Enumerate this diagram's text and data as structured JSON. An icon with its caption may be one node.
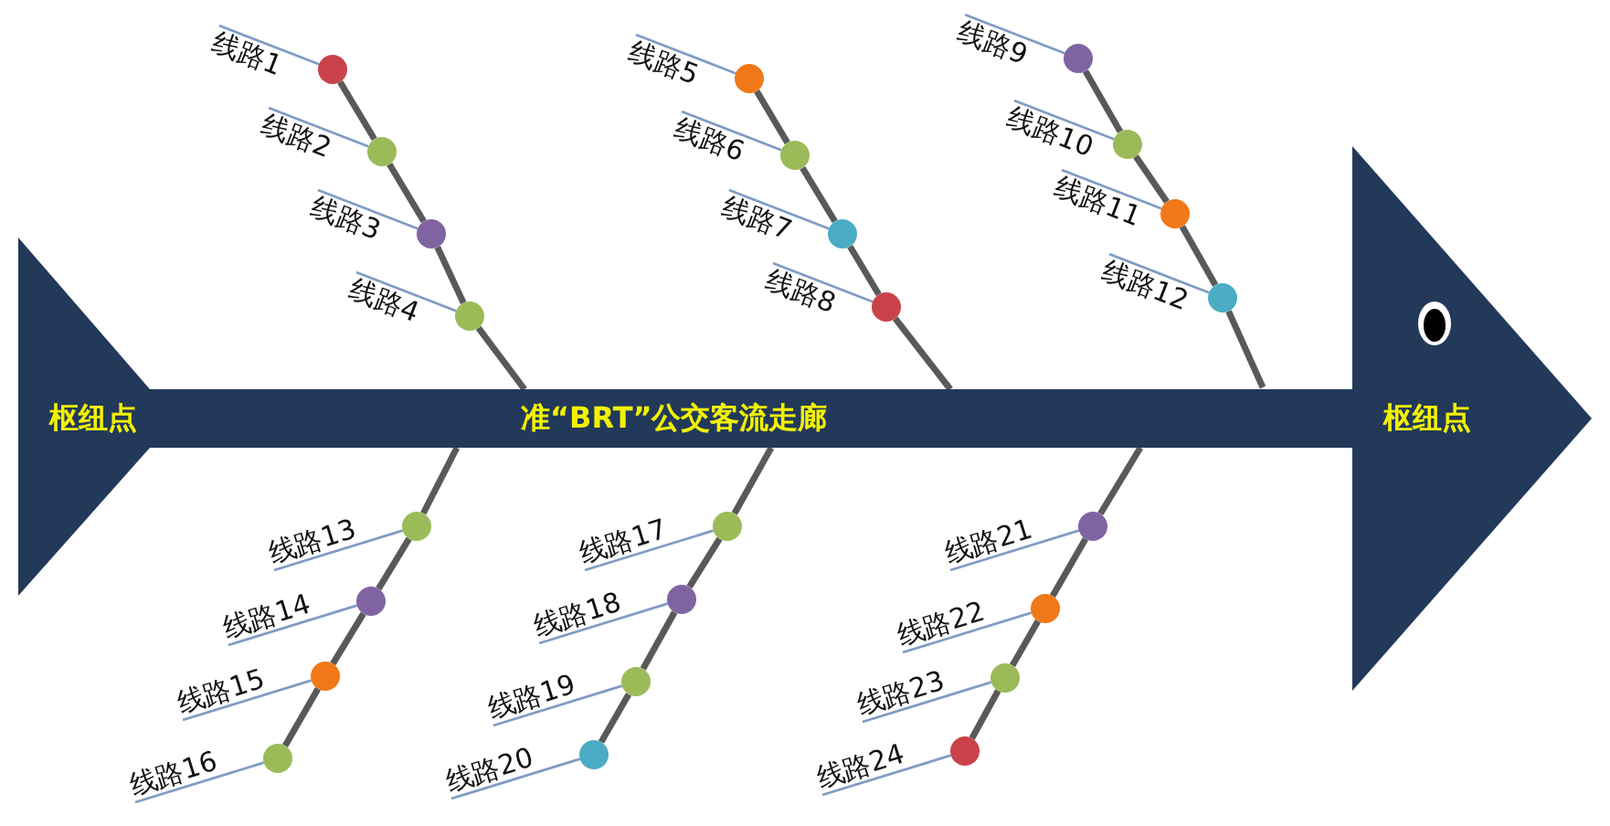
{
  "diagram": {
    "nodes": [
      {
        "text": [
          "枢纽点"
        ]
      },
      {
        "text": [
          "准“BRT”公交客流走廊"
        ]
      },
      {
        "text": [
          "枢纽点"
        ]
      },
      {
        "text": [
          "线路1"
        ]
      },
      {
        "text": [],
        "shape": "circle"
      },
      {
        "text": [
          "线路2"
        ]
      },
      {
        "text": [],
        "shape": "circle"
      },
      {
        "text": [
          "线路3"
        ]
      },
      {
        "text": [],
        "shape": "circle"
      },
      {
        "text": [
          "线路4"
        ]
      },
      {
        "text": [],
        "shape": "circle"
      },
      {
        "text": [
          "线路5"
        ]
      },
      {
        "text": [],
        "shape": "circle"
      },
      {
        "text": [
          "线路6"
        ]
      },
      {
        "text": [],
        "shape": "circle"
      },
      {
        "text": [
          "线路7"
        ]
      },
      {
        "text": [],
        "shape": "circle"
      },
      {
        "text": [
          "线路8"
        ]
      },
      {
        "text": [],
        "shape": "circle"
      },
      {
        "text": [
          "线路9"
        ]
      },
      {
        "text": [],
        "shape": "circle"
      },
      {
        "text": [
          "线路10"
        ]
      },
      {
        "text": [],
        "shape": "circle"
      },
      {
        "text": [
          "线路11"
        ]
      },
      {
        "text": [],
        "shape": "circle"
      },
      {
        "text": [
          "线路12"
        ]
      },
      {
        "text": [],
        "shape": "circle"
      },
      {
        "text": [
          "线路13"
        ]
      },
      {
        "text": [],
        "shape": "circle"
      },
      {
        "text": [
          "线路14"
        ]
      },
      {
        "text": [],
        "shape": "circle"
      },
      {
        "text": [
          "线路15"
        ]
      },
      {
        "text": [],
        "shape": "circle"
      },
      {
        "text": [
          "线路16"
        ]
      },
      {
        "text": [],
        "shape": "circle"
      },
      {
        "text": [
          "线路17"
        ]
      },
      {
        "text": [],
        "shape": "circle"
      },
      {
        "text": [
          "线路18"
        ]
      },
      {
        "text": [],
        "shape": "circle"
      },
      {
        "text": [
          "线路19"
        ]
      },
      {
        "text": [],
        "shape": "circle"
      },
      {
        "text": [
          "线路20"
        ]
      },
      {
        "text": [],
        "shape": "circle"
      },
      {
        "text": [
          "线路21"
        ]
      },
      {
        "text": [],
        "shape": "circle"
      },
      {
        "text": [
          "线路22"
        ]
      },
      {
        "text": [],
        "shape": "circle"
      },
      {
        "text": [
          "线路23"
        ]
      },
      {
        "text": [],
        "shape": "circle"
      },
      {
        "text": [
          "线路24"
        ]
      },
      {
        "text": [],
        "shape": "circle"
      }
    ],
    "edges": [
      {
        "from": 3,
        "to": 4,
        "arrow": "none"
      },
      {
        "from": 5,
        "to": 6,
        "arrow": "none"
      },
      {
        "from": 7,
        "to": 8,
        "arrow": "none"
      },
      {
        "from": 9,
        "to": 10,
        "arrow": "none"
      },
      {
        "from": 11,
        "to": 12,
        "arrow": "none"
      },
      {
        "from": 13,
        "to": 14,
        "arrow": "none"
      },
      {
        "from": 15,
        "to": 16,
        "arrow": "none"
      },
      {
        "from": 17,
        "to": 18,
        "arrow": "none"
      },
      {
        "from": 19,
        "to": 20,
        "arrow": "none"
      },
      {
        "from": 21,
        "to": 22,
        "arrow": "none"
      },
      {
        "from": 23,
        "to": 24,
        "arrow": "none"
      },
      {
        "from": 25,
        "to": 26,
        "arrow": "none"
      },
      {
        "from": 27,
        "to": 28,
        "arrow": "none"
      },
      {
        "from": 29,
        "to": 30,
        "arrow": "none"
      },
      {
        "from": 31,
        "to": 32,
        "arrow": "none"
      },
      {
        "from": 33,
        "to": 34,
        "arrow": "none"
      },
      {
        "from": 35,
        "to": 36,
        "arrow": "none"
      },
      {
        "from": 37,
        "to": 38,
        "arrow": "none"
      },
      {
        "from": 39,
        "to": 40,
        "arrow": "none"
      },
      {
        "from": 41,
        "to": 42,
        "arrow": "none"
      },
      {
        "from": 43,
        "to": 44,
        "arrow": "none"
      },
      {
        "from": 45,
        "to": 46,
        "arrow": "none"
      },
      {
        "from": 47,
        "to": 48,
        "arrow": "none"
      },
      {
        "from": 49,
        "to": 50,
        "arrow": "none"
      },
      {
        "from": 1,
        "to": 10,
        "arrow": "none",
        "style": "thick",
        "color": "#595959"
      },
      {
        "from": 10,
        "to": 8,
        "arrow": "none",
        "style": "thick",
        "color": "#595959"
      },
      {
        "from": 8,
        "to": 6,
        "arrow": "none",
        "style": "thick",
        "color": "#595959"
      },
      {
        "from": 6,
        "to": 4,
        "arrow": "none",
        "style": "thick",
        "color": "#595959"
      },
      {
        "from": 1,
        "to": 18,
        "arrow": "none",
        "style": "thick",
        "color": "#595959"
      },
      {
        "from": 18,
        "to": 16,
        "arrow": "none",
        "style": "thick",
        "color": "#595959"
      },
      {
        "from": 16,
        "to": 14,
        "arrow": "none",
        "style": "thick",
        "color": "#595959"
      },
      {
        "from": 14,
        "to": 12,
        "arrow": "none",
        "style": "thick",
        "color": "#595959"
      },
      {
        "from": 1,
        "to": 26,
        "arrow": "none",
        "style": "thick",
        "color": "#595959"
      },
      {
        "from": 26,
        "to": 24,
        "arrow": "none",
        "style": "thick",
        "color": "#595959"
      },
      {
        "from": 24,
        "to": 22,
        "arrow": "none",
        "style": "thick",
        "color": "#595959"
      },
      {
        "from": 22,
        "to": 20,
        "arrow": "none",
        "style": "thick",
        "color": "#595959"
      },
      {
        "from": 1,
        "to": 28,
        "arrow": "none",
        "style": "thick",
        "color": "#595959"
      },
      {
        "from": 28,
        "to": 30,
        "arrow": "none",
        "style": "thick",
        "color": "#595959"
      },
      {
        "from": 30,
        "to": 32,
        "arrow": "none",
        "style": "thick",
        "color": "#595959"
      },
      {
        "from": 32,
        "to": 34,
        "arrow": "none",
        "style": "thick",
        "color": "#595959"
      },
      {
        "from": 1,
        "to": 36,
        "arrow": "none",
        "style": "thick",
        "color": "#595959"
      },
      {
        "from": 36,
        "to": 38,
        "arrow": "none",
        "style": "thick",
        "color": "#595959"
      },
      {
        "from": 38,
        "to": 40,
        "arrow": "none",
        "style": "thick",
        "color": "#595959"
      },
      {
        "from": 40,
        "to": 42,
        "arrow": "none",
        "style": "thick",
        "color": "#595959"
      },
      {
        "from": 1,
        "to": 44,
        "arrow": "none",
        "style": "thick",
        "color": "#595959"
      },
      {
        "from": 44,
        "to": 46,
        "arrow": "none",
        "style": "thick",
        "color": "#595959"
      },
      {
        "from": 46,
        "to": 48,
        "arrow": "none",
        "style": "thick",
        "color": "#595959"
      },
      {
        "from": 48,
        "to": 50,
        "arrow": "none",
        "style": "thick",
        "color": "#595959"
      }
    ]
  }
}
